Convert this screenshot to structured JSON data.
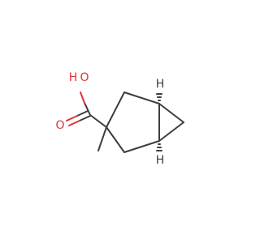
{
  "molecule": {
    "atoms": {
      "hydroxyl_h": "H",
      "hydroxyl_o": "O",
      "carbonyl_o": "O",
      "stereo_h_top": "H",
      "stereo_h_bottom": "H"
    },
    "colors": {
      "bond": "#3d3d3d",
      "oxygen": "#e03232",
      "hydrogen": "#3d3d3d"
    }
  }
}
